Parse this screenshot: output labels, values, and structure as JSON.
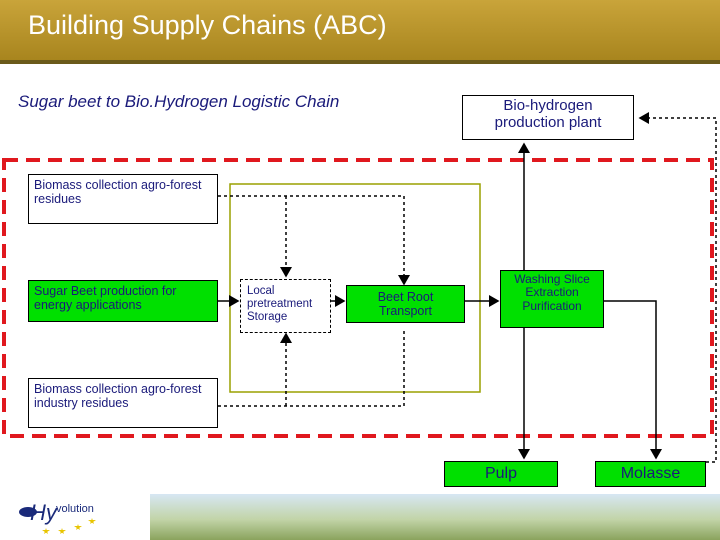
{
  "header": {
    "title": "Building Supply Chains (ABC)"
  },
  "subtitle": "Sugar beet to Bio.Hydrogen Logistic Chain",
  "nodes": {
    "plant": "Bio-hydrogen production plant",
    "biomass_agro": "Biomass collection agro-forest residues",
    "sugar_beet": "Sugar Beet production for energy applications",
    "local_pretreatment": "Local pretreatment Storage",
    "beet_transport": "Beet Root Transport",
    "washing": "Washing Slice Extraction Purification",
    "biomass_industry": "Biomass collection agro-forest industry residues",
    "pulp": "Pulp",
    "molasse": "Molasse"
  },
  "logo": {
    "text": "Hy",
    "sub": "volution"
  },
  "colors": {
    "header": "#b8942a",
    "green": "#00e000",
    "red_dash": "#e0181e",
    "olive": "#9aa000",
    "text": "#1a1a7a"
  }
}
